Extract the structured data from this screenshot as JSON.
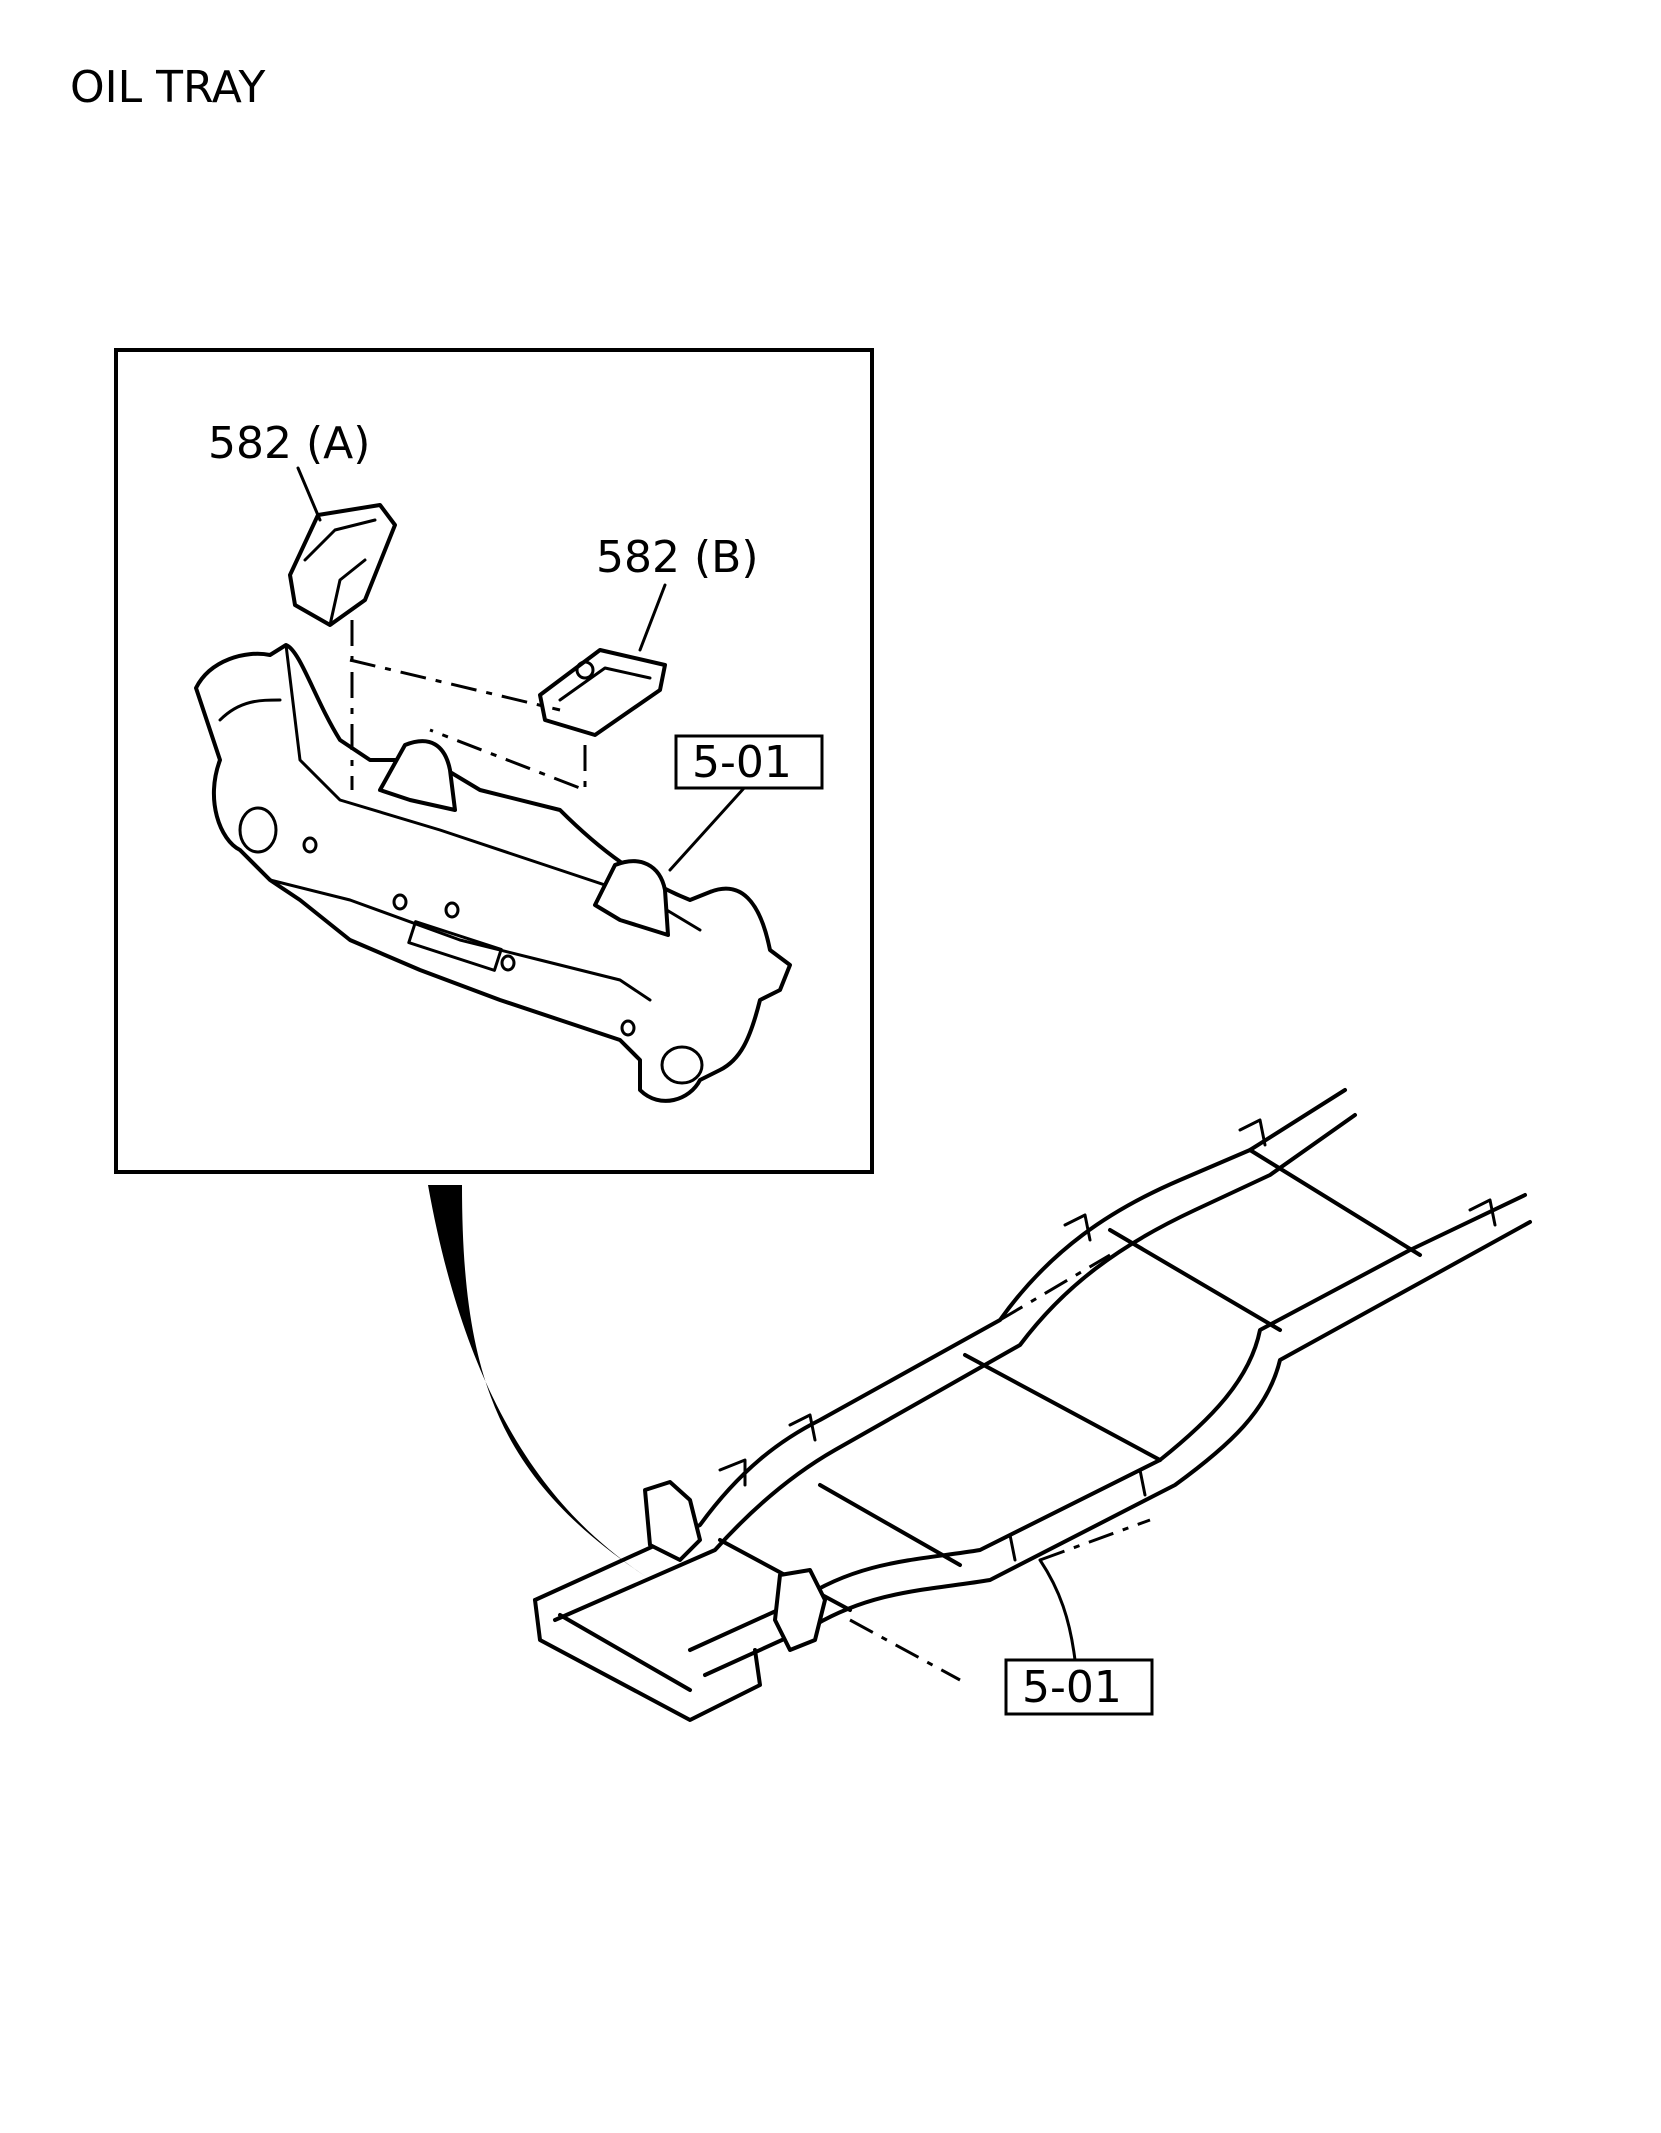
{
  "title": "OIL TRAY",
  "callouts": {
    "part_a": "582 (A)",
    "part_b": "582 (B)",
    "ref_inset": "5-01",
    "ref_frame": "5-01"
  }
}
